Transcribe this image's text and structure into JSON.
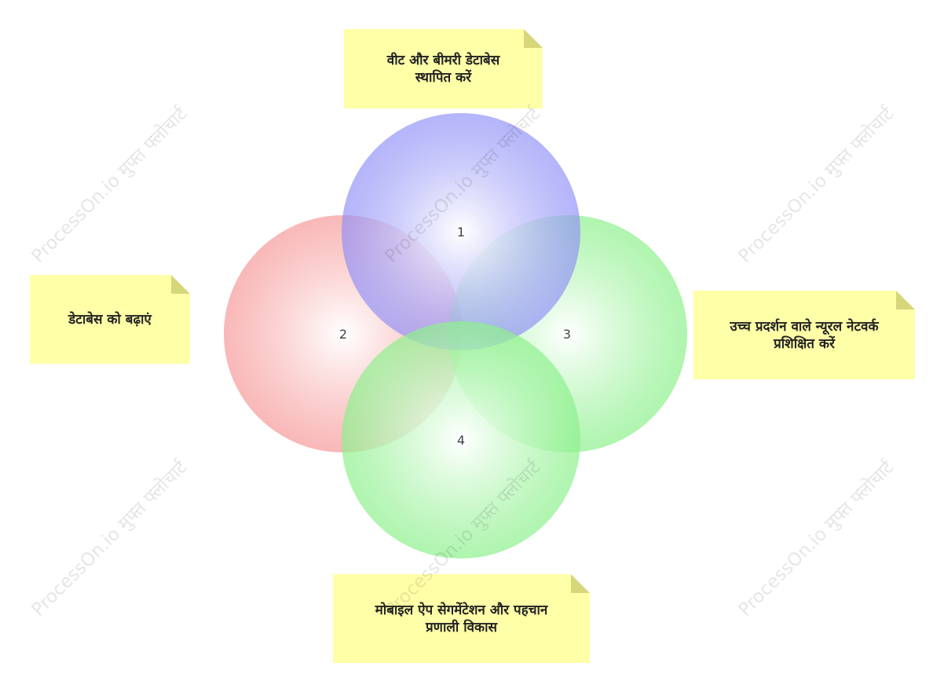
{
  "watermark_text": "ProcessOn.io मुफ्त फ्लोचार्ट",
  "circles": [
    {
      "label": "1",
      "color": "#6e6ef5"
    },
    {
      "label": "2",
      "color": "#f58a8a"
    },
    {
      "label": "3",
      "color": "#7fee7f"
    },
    {
      "label": "4",
      "color": "#7fee7f"
    }
  ],
  "notes": {
    "top": "वीट और बीमरी डेटाबेस स्थापित करें",
    "left": "डेटाबेस को बढ़ाएं",
    "right": "उच्च प्रदर्शन वाले न्यूरल नेटवर्क प्रशिक्षित करें",
    "bottom": "मोबाइल ऐप सेगमेंटेशन और पहचान प्रणाली विकास"
  },
  "colors": {
    "note_fill": "#ffffa8",
    "note_fold": "#d6d67a"
  }
}
